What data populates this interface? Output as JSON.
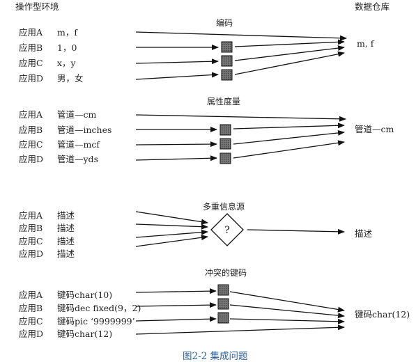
{
  "headers": {
    "left": "操作型环境",
    "right": "数据仓库"
  },
  "sections": [
    {
      "title": "编码",
      "rows": [
        {
          "app": "应用A",
          "value": "m，f"
        },
        {
          "app": "应用B",
          "value": "1，0"
        },
        {
          "app": "应用C",
          "value": "x，y"
        },
        {
          "app": "应用D",
          "value": "男，女"
        }
      ],
      "target": "m, f"
    },
    {
      "title": "属性度量",
      "rows": [
        {
          "app": "应用A",
          "value": "管道—cm"
        },
        {
          "app": "应用B",
          "value": "管道—inches"
        },
        {
          "app": "应用C",
          "value": "管道—mcf"
        },
        {
          "app": "应用D",
          "value": "管道—yds"
        }
      ],
      "target": "管道—cm"
    },
    {
      "title": "多重信息源",
      "rows": [
        {
          "app": "应用A",
          "value": "描述"
        },
        {
          "app": "应用B",
          "value": "描述"
        },
        {
          "app": "应用C",
          "value": "描述"
        },
        {
          "app": "应用D",
          "value": "描述"
        }
      ],
      "diamond_label": "?",
      "target": "描述"
    },
    {
      "title": "冲突的键码",
      "rows": [
        {
          "app": "应用A",
          "value": "键码char(10)"
        },
        {
          "app": "应用B",
          "value": "键码dec fixed(9，2)"
        },
        {
          "app": "应用C",
          "value": "键码pic ‘9999999’"
        },
        {
          "app": "应用D",
          "value": "键码char(12)"
        }
      ],
      "target": "键码char(12)"
    }
  ],
  "caption": "图2-2 集成问题",
  "colors": {
    "caption": "#2b5fa7",
    "box": "#666666",
    "line": "#111111"
  }
}
